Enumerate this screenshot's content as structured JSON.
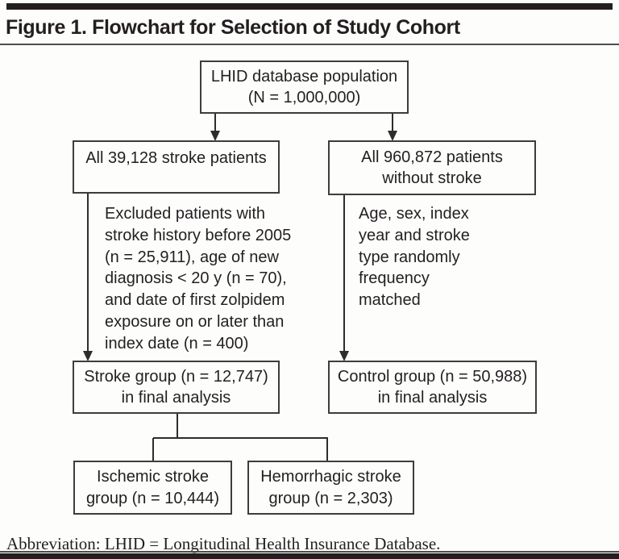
{
  "title": "Figure 1. Flowchart for Selection of Study Cohort",
  "colors": {
    "text": "#231f20",
    "border": "#3d3d3d",
    "line": "#2d2d2d",
    "bar": "#231f20",
    "background": "#fdfdfc"
  },
  "flowchart": {
    "lhid_box": "LHID database population\n(N = 1,000,000)",
    "stroke_patients_box": "All 39,128 stroke patients",
    "without_stroke_box": "All 960,872 patients\nwithout stroke",
    "excluded_note": "Excluded patients with\nstroke history before 2005\n(n = 25,911), age of new\ndiagnosis < 20 y (n = 70),\nand date of first zolpidem\nexposure on or later than\nindex date (n = 400)",
    "matched_note": "Age, sex, index\nyear and stroke\ntype randomly\nfrequency\nmatched",
    "stroke_group_box": "Stroke group (n = 12,747)\nin final analysis",
    "control_group_box": "Control group (n = 50,988)\nin final analysis",
    "ischemic_box": "Ischemic stroke\ngroup (n = 10,444)",
    "hemorrhagic_box": "Hemorrhagic stroke\ngroup (n = 2,303)"
  },
  "footer": {
    "abbreviation": "Abbreviation: LHID = Longitudinal Health Insurance Database."
  }
}
